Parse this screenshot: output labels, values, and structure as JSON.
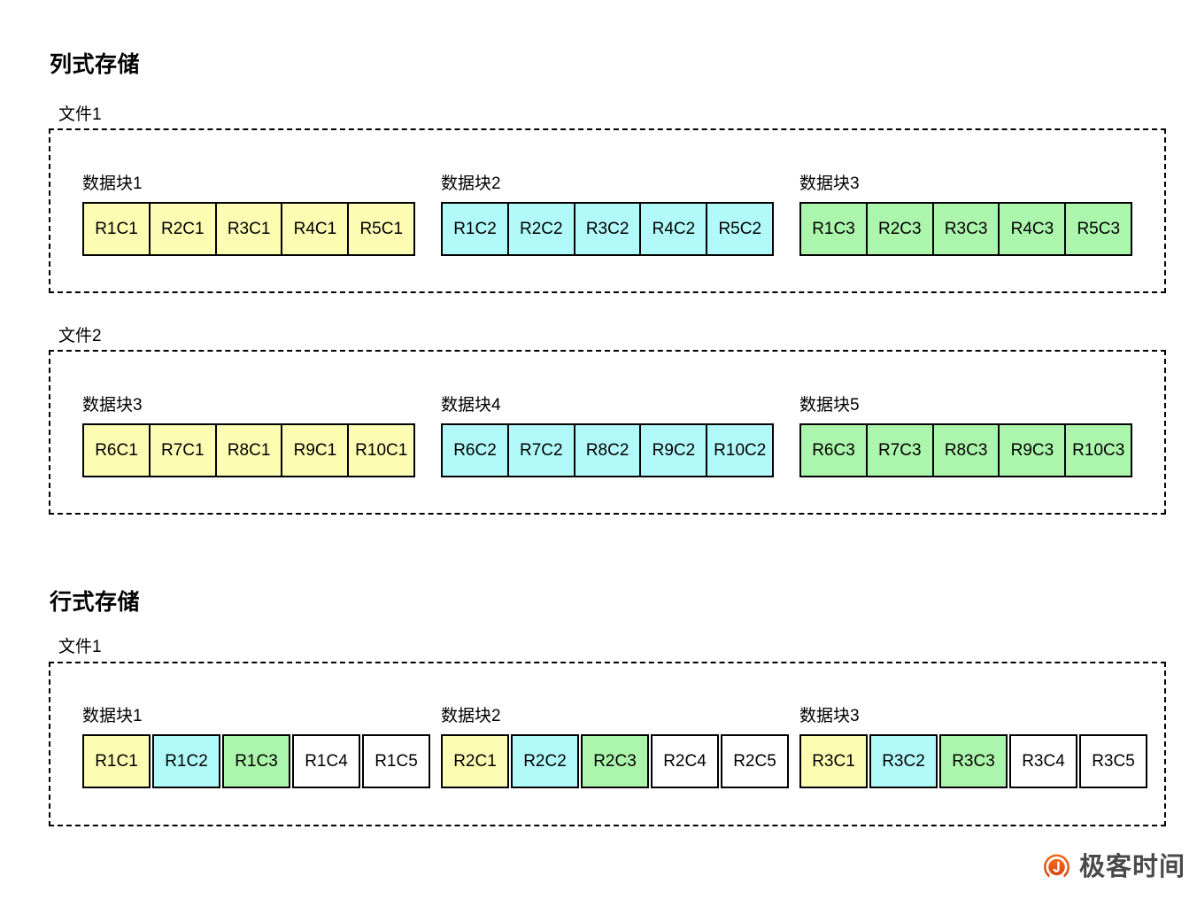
{
  "sections": [
    {
      "title": "列式存储",
      "files": [
        {
          "label": "文件1",
          "blocks": [
            {
              "title": "数据块1",
              "style": "joined",
              "cells": [
                {
                  "text": "R1C1",
                  "color": "yellow"
                },
                {
                  "text": "R2C1",
                  "color": "yellow"
                },
                {
                  "text": "R3C1",
                  "color": "yellow"
                },
                {
                  "text": "R4C1",
                  "color": "yellow"
                },
                {
                  "text": "R5C1",
                  "color": "yellow"
                }
              ]
            },
            {
              "title": "数据块2",
              "style": "joined",
              "cells": [
                {
                  "text": "R1C2",
                  "color": "cyan"
                },
                {
                  "text": "R2C2",
                  "color": "cyan"
                },
                {
                  "text": "R3C2",
                  "color": "cyan"
                },
                {
                  "text": "R4C2",
                  "color": "cyan"
                },
                {
                  "text": "R5C2",
                  "color": "cyan"
                }
              ]
            },
            {
              "title": "数据块3",
              "style": "joined",
              "cells": [
                {
                  "text": "R1C3",
                  "color": "green"
                },
                {
                  "text": "R2C3",
                  "color": "green"
                },
                {
                  "text": "R3C3",
                  "color": "green"
                },
                {
                  "text": "R4C3",
                  "color": "green"
                },
                {
                  "text": "R5C3",
                  "color": "green"
                }
              ]
            }
          ]
        },
        {
          "label": "文件2",
          "blocks": [
            {
              "title": "数据块3",
              "style": "joined",
              "cells": [
                {
                  "text": "R6C1",
                  "color": "yellow"
                },
                {
                  "text": "R7C1",
                  "color": "yellow"
                },
                {
                  "text": "R8C1",
                  "color": "yellow"
                },
                {
                  "text": "R9C1",
                  "color": "yellow"
                },
                {
                  "text": "R10C1",
                  "color": "yellow"
                }
              ]
            },
            {
              "title": "数据块4",
              "style": "joined",
              "cells": [
                {
                  "text": "R6C2",
                  "color": "cyan"
                },
                {
                  "text": "R7C2",
                  "color": "cyan"
                },
                {
                  "text": "R8C2",
                  "color": "cyan"
                },
                {
                  "text": "R9C2",
                  "color": "cyan"
                },
                {
                  "text": "R10C2",
                  "color": "cyan"
                }
              ]
            },
            {
              "title": "数据块5",
              "style": "joined",
              "cells": [
                {
                  "text": "R6C3",
                  "color": "green"
                },
                {
                  "text": "R7C3",
                  "color": "green"
                },
                {
                  "text": "R8C3",
                  "color": "green"
                },
                {
                  "text": "R9C3",
                  "color": "green"
                },
                {
                  "text": "R10C3",
                  "color": "green"
                }
              ]
            }
          ]
        }
      ]
    },
    {
      "title": "行式存储",
      "files": [
        {
          "label": "文件1",
          "blocks": [
            {
              "title": "数据块1",
              "style": "gapped",
              "cells": [
                {
                  "text": "R1C1",
                  "color": "yellow"
                },
                {
                  "text": "R1C2",
                  "color": "cyan"
                },
                {
                  "text": "R1C3",
                  "color": "green"
                },
                {
                  "text": "R1C4",
                  "color": "white"
                },
                {
                  "text": "R1C5",
                  "color": "white"
                }
              ]
            },
            {
              "title": "数据块2",
              "style": "gapped",
              "cells": [
                {
                  "text": "R2C1",
                  "color": "yellow"
                },
                {
                  "text": "R2C2",
                  "color": "cyan"
                },
                {
                  "text": "R2C3",
                  "color": "green"
                },
                {
                  "text": "R2C4",
                  "color": "white"
                },
                {
                  "text": "R2C5",
                  "color": "white"
                }
              ]
            },
            {
              "title": "数据块3",
              "style": "gapped",
              "cells": [
                {
                  "text": "R3C1",
                  "color": "yellow"
                },
                {
                  "text": "R3C2",
                  "color": "cyan"
                },
                {
                  "text": "R3C3",
                  "color": "green"
                },
                {
                  "text": "R3C4",
                  "color": "white"
                },
                {
                  "text": "R3C5",
                  "color": "white"
                }
              ]
            }
          ]
        }
      ]
    }
  ],
  "logo": {
    "text": "极客时间",
    "icon": "geektime-logo-icon",
    "color": "#E8590C"
  },
  "palette": {
    "yellow": "#FCFCB2",
    "cyan": "#B2FAFA",
    "green": "#ACF5AC",
    "white": "#FFFFFF",
    "stroke": "#000000"
  }
}
